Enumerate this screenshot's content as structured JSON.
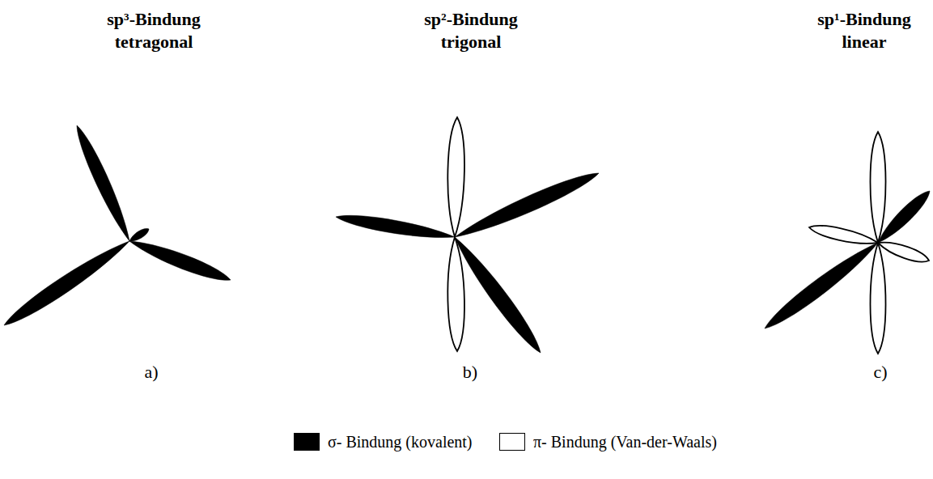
{
  "diagram": {
    "labels": [
      "sp³-Bindung tetragonal",
      "sp²-Bindung trigonal",
      "sp¹-Bindung linear",
      "a)",
      "b)",
      "c)"
    ],
    "legend": [
      {
        "text": "σ- Bindung (kovalent)",
        "color": "#000000"
      },
      {
        "text": "π- Bindung (Van-der-Waals)",
        "color": "#ffffff"
      }
    ]
  }
}
